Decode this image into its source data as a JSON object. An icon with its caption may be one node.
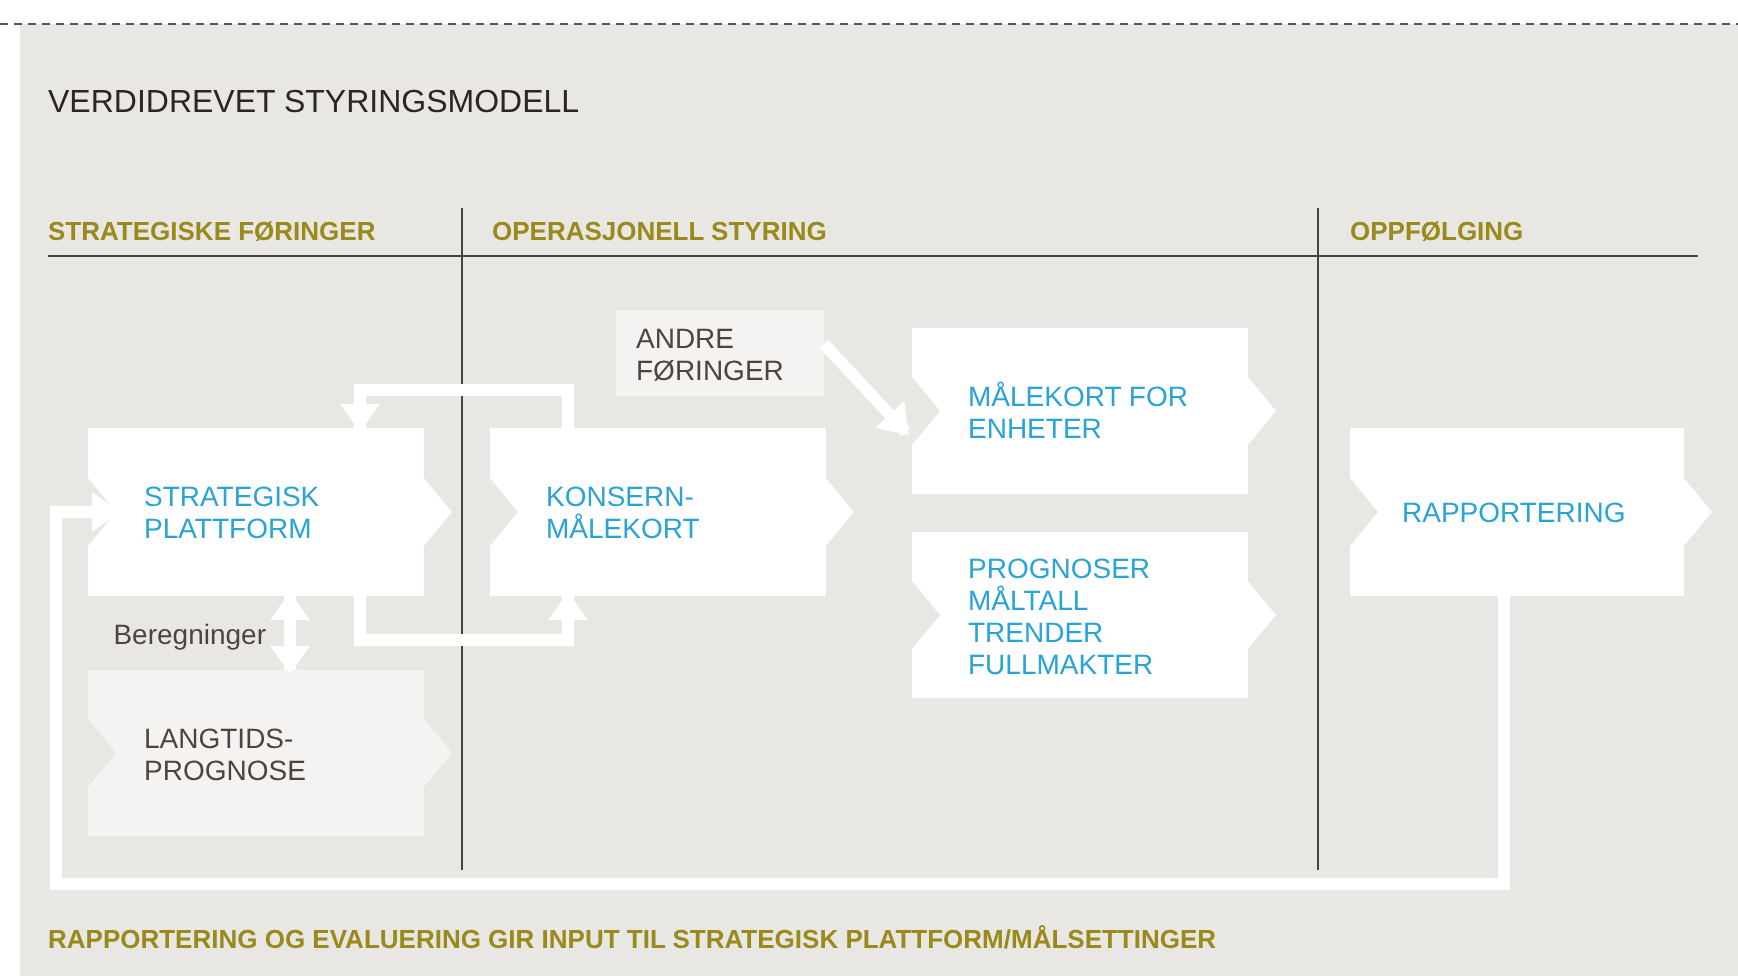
{
  "diagram": {
    "title": "VERDIDREVET STYRINGSMODELL",
    "nodes": [
      {
        "text": [
          "STRATEGISK PLATTFORM"
        ]
      },
      {
        "text": [
          "LANGTIDS- PROGNOSE"
        ]
      },
      {
        "text": [
          "KONSERN- MÅLEKORT"
        ]
      },
      {
        "text": [
          "ANDRE FØRINGER"
        ]
      },
      {
        "text": [
          "MÅLEKORT FOR ENHETER"
        ]
      },
      {
        "text": [
          "PROGNOSER MÅLTALL TRENDER FULLMAKTER"
        ]
      },
      {
        "text": [
          "RAPPORTERING"
        ]
      }
    ],
    "edges": [
      {
        "from": 2,
        "to": 0,
        "arrow": "to"
      },
      {
        "from": 0,
        "to": 2,
        "arrow": "to"
      },
      {
        "from": 0,
        "to": 1,
        "arrow": "both",
        "label": "Beregninger"
      },
      {
        "from": 3,
        "to": 4,
        "arrow": "to"
      },
      {
        "from": 6,
        "to": 0,
        "arrow": "to"
      }
    ],
    "labels": [
      "STRATEGISKE FØRINGER",
      "OPERASJONELL STYRING",
      "OPPFØLGING",
      "RAPPORTERING OG EVALUERING GIR INPUT TIL STRATEGISK PLATTFORM/MÅLSETTINGER"
    ]
  }
}
